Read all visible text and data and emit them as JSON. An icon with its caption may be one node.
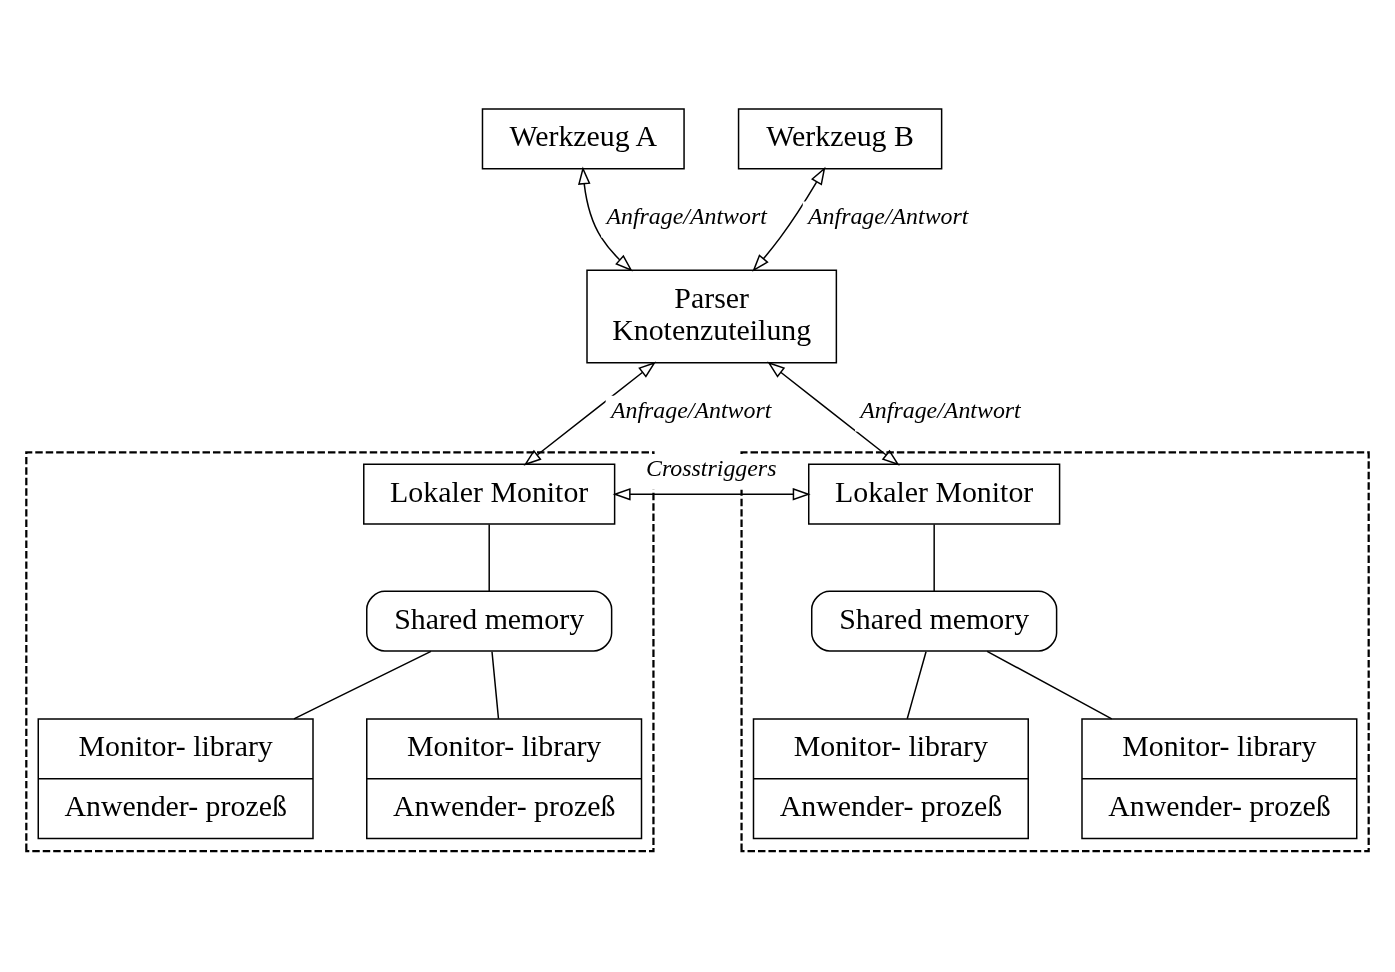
{
  "diagram": {
    "nodes": [
      {
        "text": [
          "Werkzeug A"
        ]
      },
      {
        "text": [
          "Werkzeug B"
        ]
      },
      {
        "text": [
          "Parser",
          "Knotenzuteilung"
        ]
      },
      {
        "text": [],
        "shape": "box"
      },
      {
        "text": [
          "Lokaler Monitor"
        ],
        "in": 3
      },
      {
        "text": [
          "Shared memory"
        ],
        "in": 3
      },
      {
        "text": [
          "Monitor- library",
          "Anwender- prozeß"
        ],
        "in": 3
      },
      {
        "text": [
          "Monitor- library",
          "Anwender- prozeß"
        ],
        "in": 3
      },
      {
        "text": [],
        "shape": "box"
      },
      {
        "text": [
          "Lokaler Monitor"
        ],
        "in": 8
      },
      {
        "text": [
          "Shared memory"
        ],
        "in": 8
      },
      {
        "text": [
          "Monitor- library",
          "Anwender- prozeß"
        ],
        "in": 8
      },
      {
        "text": [
          "Monitor- library",
          "Anwender- prozeß"
        ],
        "in": 8
      }
    ],
    "edges": [
      {
        "from": 0,
        "to": 2,
        "arrow": "both",
        "label": "Anfrage/Antwort"
      },
      {
        "from": 1,
        "to": 2,
        "arrow": "both",
        "label": "Anfrage/Antwort"
      },
      {
        "from": 2,
        "to": 4,
        "arrow": "both",
        "label": "Anfrage/Antwort"
      },
      {
        "from": 2,
        "to": 9,
        "arrow": "both",
        "label": "Anfrage/Antwort"
      },
      {
        "from": 4,
        "to": 9,
        "arrow": "both",
        "label": "Crosstriggers"
      },
      {
        "from": 4,
        "to": 5,
        "arrow": "none"
      },
      {
        "from": 5,
        "to": 6,
        "arrow": "none"
      },
      {
        "from": 5,
        "to": 7,
        "arrow": "none"
      },
      {
        "from": 9,
        "to": 10,
        "arrow": "none"
      },
      {
        "from": 10,
        "to": 11,
        "arrow": "none"
      },
      {
        "from": 10,
        "to": 12,
        "arrow": "none"
      }
    ]
  }
}
